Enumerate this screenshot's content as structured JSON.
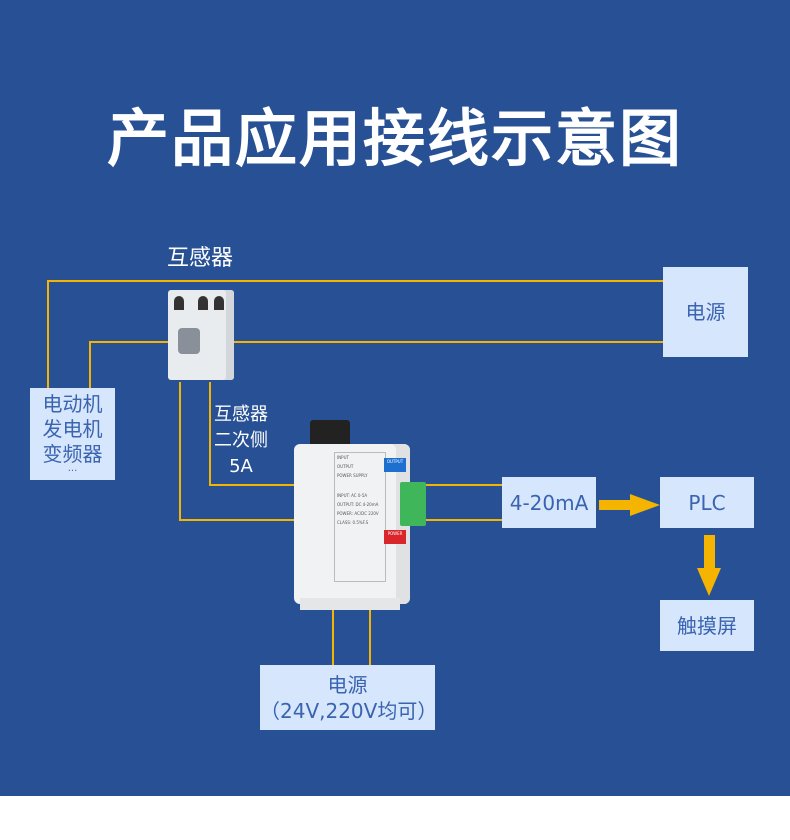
{
  "title": "产品应用接线示意图",
  "ct_label": "互感器",
  "secondary_label": [
    "互感器",
    "二次侧",
    "5A"
  ],
  "boxes": {
    "power_top": "电源",
    "load": [
      "电动机",
      "发电机",
      "变频器",
      "···"
    ],
    "signal": "4-20mA",
    "plc": "PLC",
    "touchscreen": "触摸屏",
    "power_bottom": [
      "电源",
      "（24V,220V均可）"
    ]
  },
  "device_panel": {
    "input": "INPUT",
    "output": "OUTPUT",
    "power_supply": "POWER SUPPLY",
    "output_tag": "OUTPUT",
    "power_tag": "POWER",
    "spec": [
      "INPUT: AC 0-5A",
      "OUTPUT: DC 4-20mA",
      "POWER: AC/DC 220V",
      "CLASS: 0.5%F.S"
    ]
  },
  "colors": {
    "background": "#285195",
    "wire": "#f5b400",
    "box": "#d6e6fc",
    "box_text": "#3a64b0"
  }
}
